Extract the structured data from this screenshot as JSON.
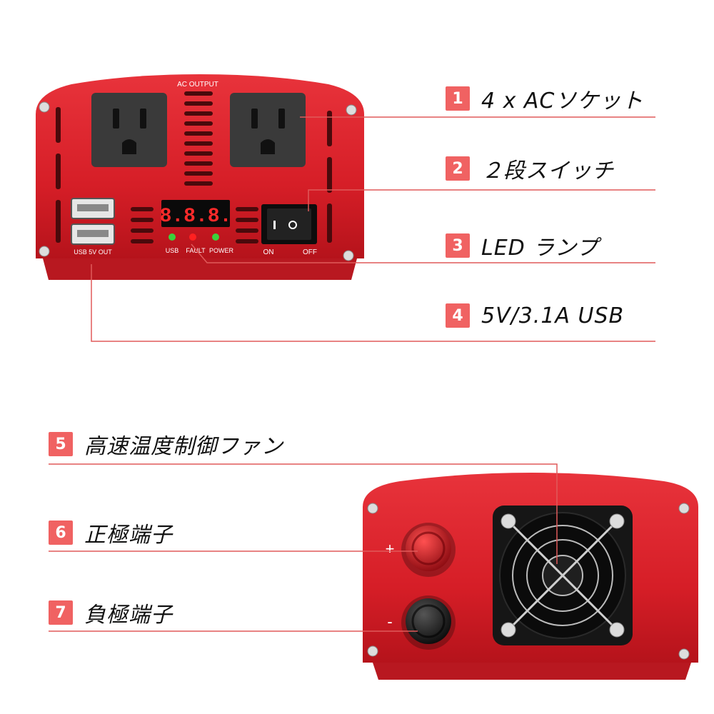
{
  "colors": {
    "accent": "#f06262",
    "line": "#e05a5a",
    "body_red": "#dc2028",
    "body_dark": "#a5121a",
    "socket": "#3a3a3a",
    "led_digit": "#ff2a2a",
    "led_green": "#3bd23b",
    "led_red": "#ff2020"
  },
  "device_front": {
    "ac_output_label": "AC OUTPUT",
    "display_digits": "8.8.8.",
    "led_labels": [
      "USB",
      "FAULT",
      "POWER"
    ],
    "usb_label": "USB 5V OUT",
    "switch_on_label": "ON",
    "switch_off_label": "OFF",
    "icons": [
      "ac-socket-icon",
      "usb-port-icon",
      "rocker-switch-icon",
      "led-icon"
    ]
  },
  "device_back": {
    "positive_sign": "+",
    "negative_sign": "-",
    "icons": [
      "cooling-fan-icon",
      "positive-terminal-icon",
      "negative-terminal-icon"
    ]
  },
  "features": [
    {
      "number": "1",
      "text": "4 x ACソケット"
    },
    {
      "number": "2",
      "text": "２段スイッチ"
    },
    {
      "number": "3",
      "text": "LED ランプ"
    },
    {
      "number": "4",
      "text": "5V/3.1A  USB"
    },
    {
      "number": "5",
      "text": "高速温度制御ファン"
    },
    {
      "number": "6",
      "text": "正極端子"
    },
    {
      "number": "7",
      "text": "負極端子"
    }
  ]
}
